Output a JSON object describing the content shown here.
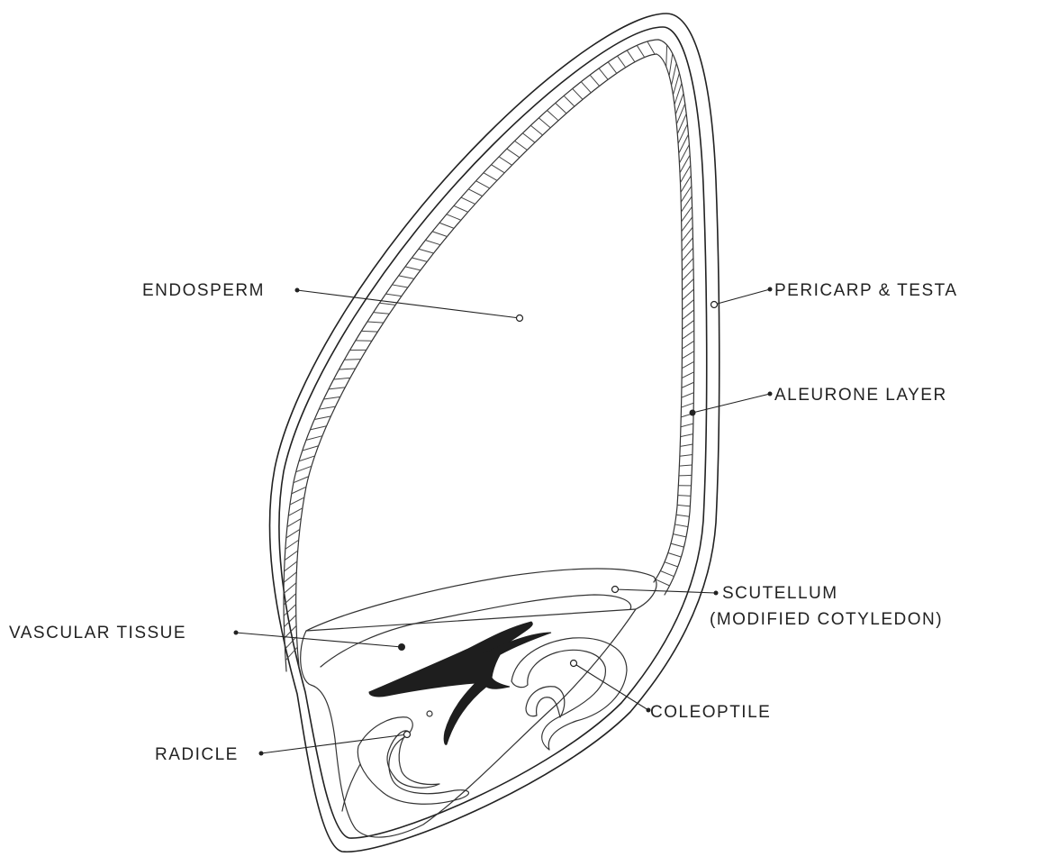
{
  "diagram": {
    "labels": {
      "endosperm": "ENDOSPERM",
      "pericarp_testa": "PERICARP & TESTA",
      "aleurone_layer": "ALEURONE LAYER",
      "scutellum": "SCUTELLUM",
      "scutellum_note": "(MODIFIED COTYLEDON)",
      "vascular_tissue": "VASCULAR TISSUE",
      "coleoptile": "COLEOPTILE",
      "radicle": "RADICLE"
    }
  }
}
